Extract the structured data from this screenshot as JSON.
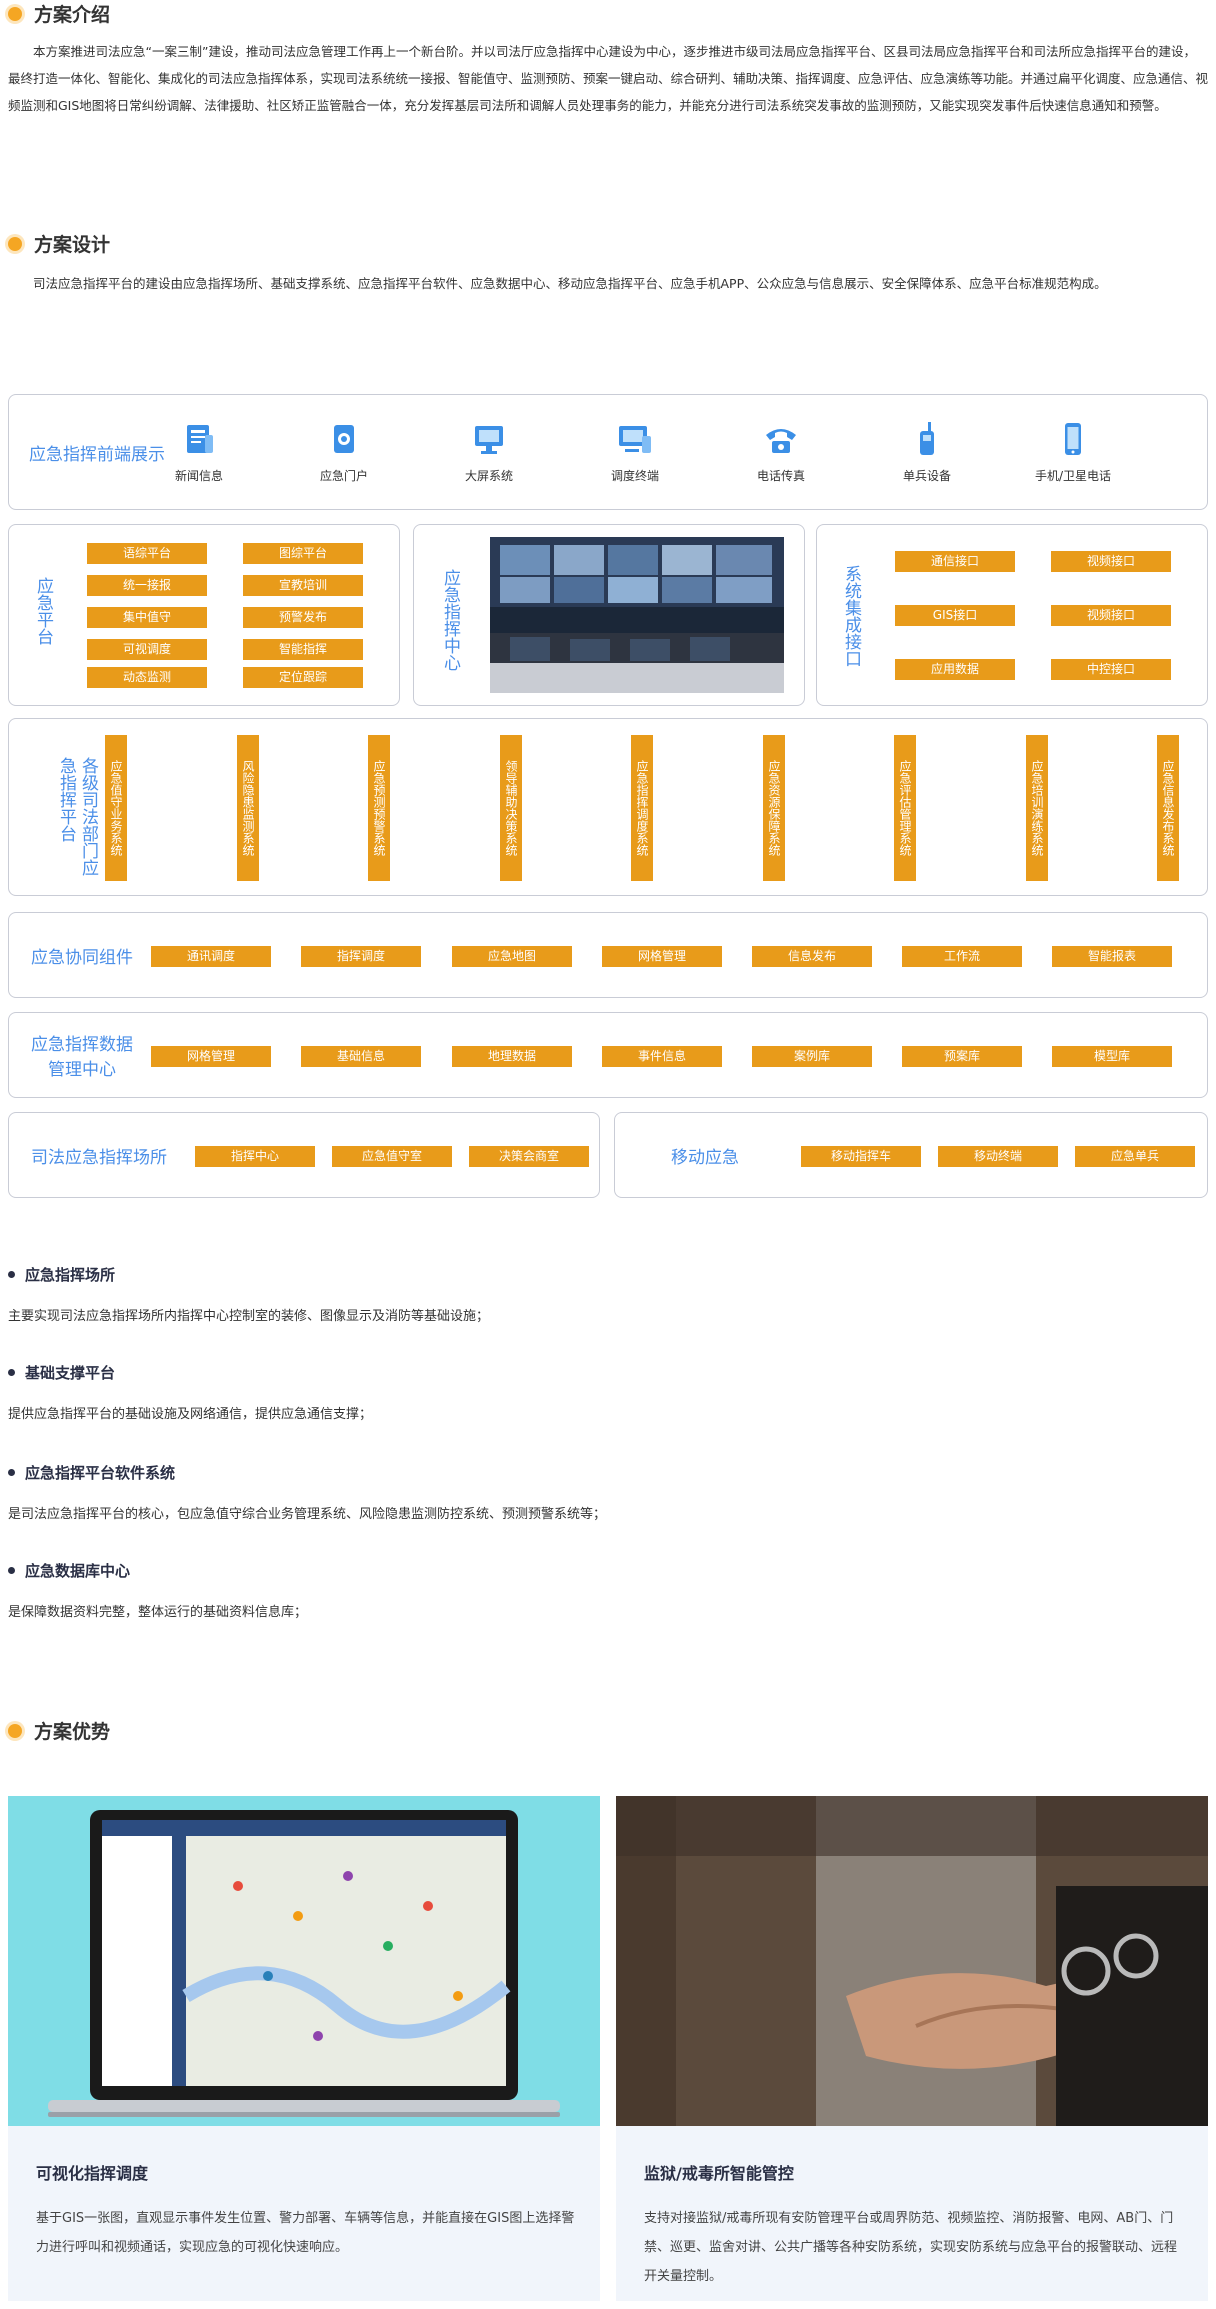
{
  "intro": {
    "title": "方案介绍",
    "text": "本方案推进司法应急“一案三制”建设，推动司法应急管理工作再上一个新台阶。并以司法厅应急指挥中心建设为中心，逐步推进市级司法局应急指挥平台、区县司法局应急指挥平台和司法所应急指挥平台的建设，最终打造一体化、智能化、集成化的司法应急指挥体系，实现司法系统统一接报、智能值守、监测预防、预案一键启动、综合研判、辅助决策、指挥调度、应急评估、应急演练等功能。并通过扁平化调度、应急通信、视频监测和GIS地图将日常纠纷调解、法律援助、社区矫正监管融合一体，充分发挥基层司法所和调解人员处理事务的能力，并能充分进行司法系统突发事故的监测预防，又能实现突发事件后快速信息通知和预警。"
  },
  "design": {
    "title": "方案设计",
    "text": "司法应急指挥平台的建设由应急指挥场所、基础支撑系统、应急指挥平台软件、应急数据中心、移动应急指挥平台、应急手机APP、公众应急与信息展示、安全保障体系、应急平台标准规范构成。"
  },
  "diagram": {
    "frontend": {
      "label": "应急指挥前端展示",
      "items": [
        {
          "name": "新闻信息",
          "icon": "news-icon"
        },
        {
          "name": "应急门户",
          "icon": "portal-icon"
        },
        {
          "name": "大屏系统",
          "icon": "monitor-icon"
        },
        {
          "name": "调度终端",
          "icon": "terminal-icon"
        },
        {
          "name": "电话传真",
          "icon": "telephone-icon"
        },
        {
          "name": "单兵设备",
          "icon": "walkie-talkie-icon"
        },
        {
          "name": "手机/卫星电话",
          "icon": "mobile-phone-icon"
        }
      ]
    },
    "platform": {
      "label": "应急平台",
      "items": [
        "语综平台",
        "图综平台",
        "统一接报",
        "宣教培训",
        "集中值守",
        "预警发布",
        "可视调度",
        "智能指挥",
        "动态监测",
        "定位跟踪"
      ]
    },
    "center": {
      "label": "应急指挥中心"
    },
    "interfaces": {
      "label": "系统集成接口",
      "items": [
        "通信接口",
        "视频接口",
        "GIS接口",
        "视频接口",
        "应用数据",
        "中控接口"
      ]
    },
    "departments": {
      "label": "各级司法部门应急指挥平台",
      "systems": [
        "应急值守业务系统",
        "风险隐患监测系统",
        "应急预测预警系统",
        "领导辅助决策系统",
        "应急指挥调度系统",
        "应急资源保障系统",
        "应急评估管理系统",
        "应急培训演练系统",
        "应急信息发布系统"
      ]
    },
    "components": {
      "label": "应急协同组件",
      "items": [
        "通讯调度",
        "指挥调度",
        "应急地图",
        "网格管理",
        "信息发布",
        "工作流",
        "智能报表"
      ]
    },
    "data_center": {
      "label_line1": "应急指挥数据",
      "label_line2": "管理中心",
      "items": [
        "网格管理",
        "基础信息",
        "地理数据",
        "事件信息",
        "案例库",
        "预案库",
        "模型库"
      ]
    },
    "venue": {
      "label": "司法应急指挥场所",
      "items": [
        "指挥中心",
        "应急值守室",
        "决策会商室"
      ]
    },
    "mobile": {
      "label": "移动应急",
      "items": [
        "移动指挥车",
        "移动终端",
        "应急单兵"
      ]
    }
  },
  "bullets": [
    {
      "title": "应急指挥场所",
      "text": "主要实现司法应急指挥场所内指挥中心控制室的装修、图像显示及消防等基础设施；"
    },
    {
      "title": "基础支撑平台",
      "text": "提供应急指挥平台的基础设施及网络通信，提供应急通信支撑；"
    },
    {
      "title": "应急指挥平台软件系统",
      "text": "是司法应急指挥平台的核心，包应急值守综合业务管理系统、风险隐患监测防控系统、预测预警系统等；"
    },
    {
      "title": "应急数据库中心",
      "text": "是保障数据资料完整，整体运行的基础资料信息库；"
    }
  ],
  "advantages": {
    "title": "方案优势",
    "cards": [
      {
        "title": "可视化指挥调度",
        "text": "基于GIS一张图，直观显示事件发生位置、警力部署、车辆等信息，并能直接在GIS图上选择警力进行呼叫和视频通话，实现应急的可视化快速响应。"
      },
      {
        "title": "监狱/戒毒所智能管控",
        "text": "支持对接监狱/戒毒所现有安防管理平台或周界防范、视频监控、消防报警、电网、AB门、门禁、巡更、监舍对讲、公共广播等各种安防系统，实现安防系统与应急平台的报警联动、远程开关量控制。"
      }
    ]
  },
  "colors": {
    "accent": "#e89b1a",
    "blue": "#4b8fe8",
    "dot": "#f5a623",
    "card_bg": "#f1f5fb"
  }
}
